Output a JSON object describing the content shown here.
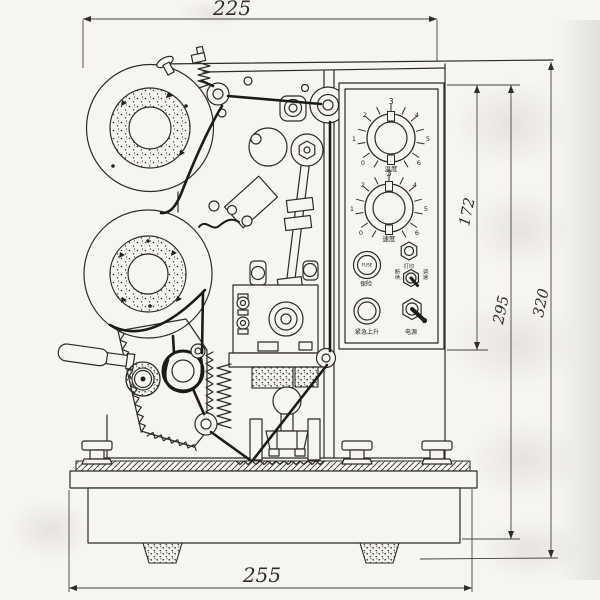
{
  "dims": {
    "top_width": "225",
    "bottom_width": "255",
    "panel_height": "172",
    "body_height": "295",
    "total_height": "320"
  },
  "panel": {
    "temperature_knob": {
      "label": "温度",
      "scale": [
        "0",
        "1",
        "2",
        "3",
        "4",
        "5",
        "6"
      ]
    },
    "speed_knob": {
      "label": "速度",
      "scale": [
        "0",
        "1",
        "2",
        "3",
        "4",
        "5",
        "6"
      ]
    },
    "fuse": {
      "button_text": "FUSE",
      "label": "保险"
    },
    "aux_nut": {
      "label": "打印"
    },
    "mode_switch": {
      "left_label": "断续",
      "right_label": "调速"
    },
    "emergency_button": {
      "label": "紧急上升"
    },
    "power_switch": {
      "label": "电源"
    }
  }
}
